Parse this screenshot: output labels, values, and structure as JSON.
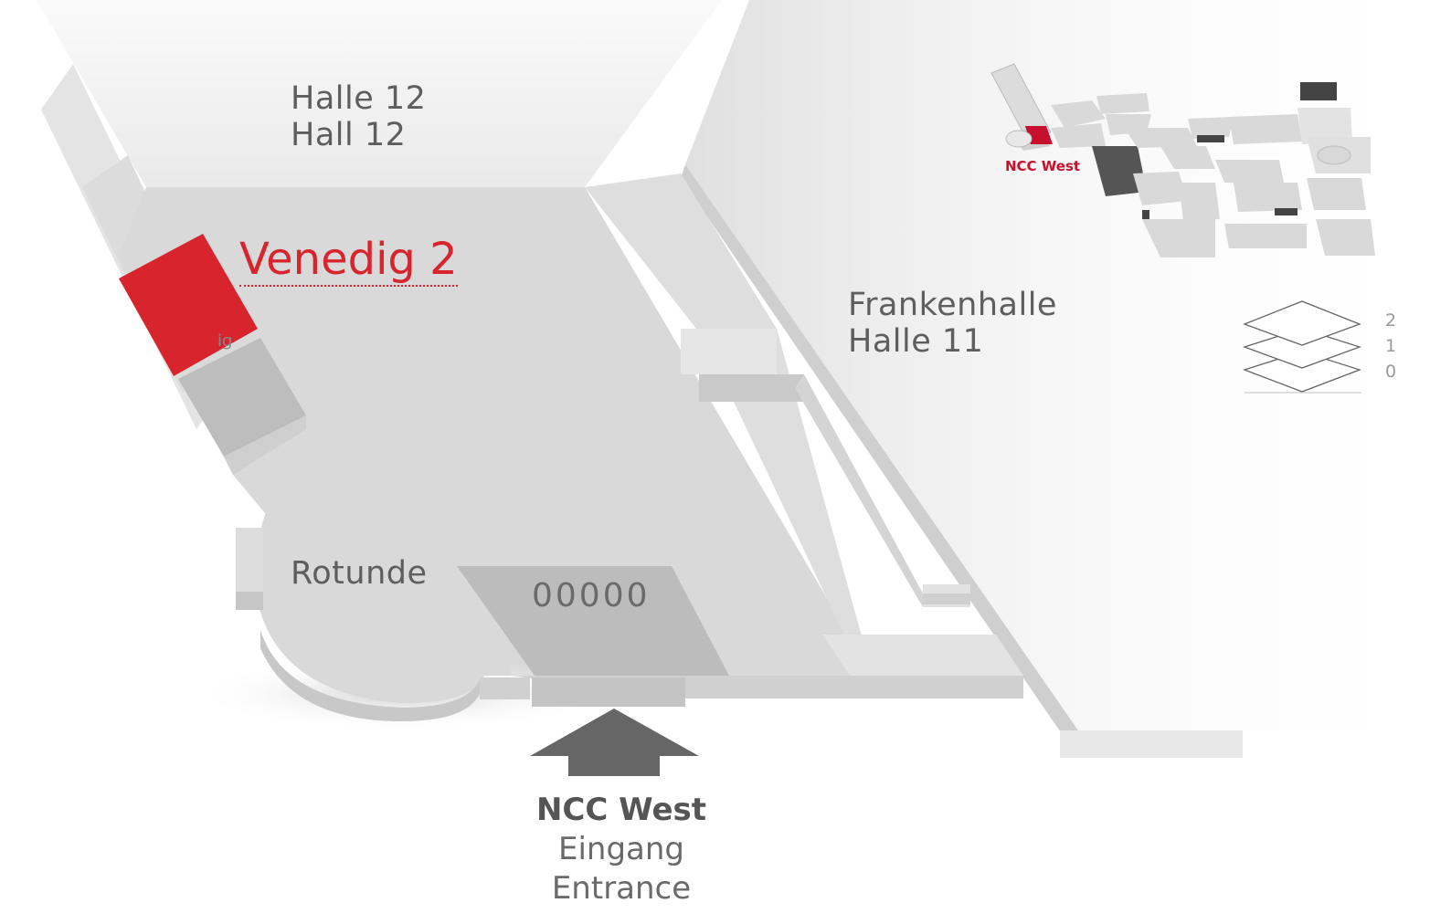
{
  "map": {
    "halls": {
      "hall12": {
        "line1": "Halle 12",
        "line2": "Hall 12"
      },
      "hall11": {
        "line1": "Frankenhalle",
        "line2": "Halle 11"
      },
      "rotunde": "Rotunde"
    },
    "highlighted_room": "Venedig 2",
    "partial_label": "ig",
    "booth_id": "00000",
    "entrance": {
      "name": "NCC West",
      "line_de": "Eingang",
      "line_en": "Entrance"
    },
    "overview": {
      "label": "NCC West"
    },
    "levels": [
      "2",
      "1",
      "0"
    ]
  },
  "colors": {
    "highlight": "#d8252d",
    "floor": "#d6d6d6",
    "arrow": "#666666"
  }
}
